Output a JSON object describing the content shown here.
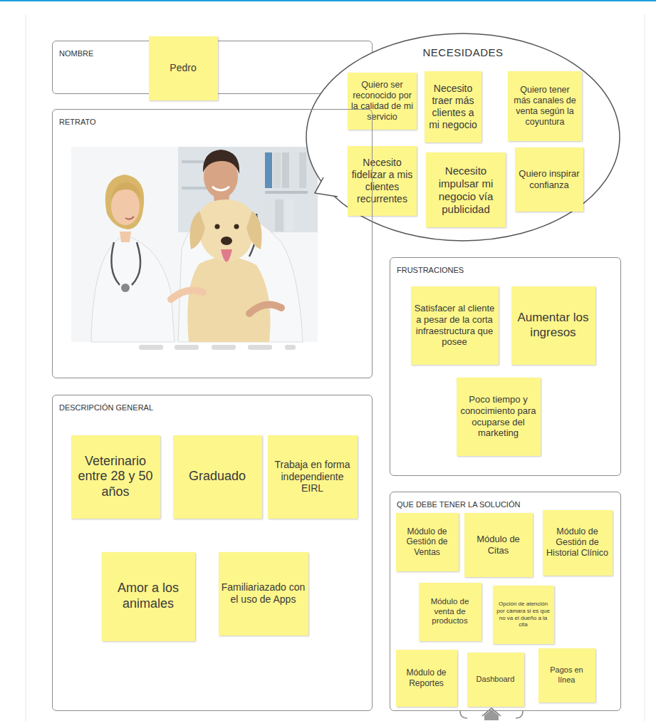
{
  "diagram": {
    "nodes": [
      {
        "text": [
          "NOMBRE"
        ]
      },
      {
        "text": [
          "Pedro"
        ],
        "in": 0
      },
      {
        "text": [
          "NECESIDADES"
        ]
      },
      {
        "text": [
          "Quiero ser reconocido por la calidad de mi servicio"
        ],
        "in": 2
      },
      {
        "text": [
          "Necesito traer más clientes a mi negocio"
        ],
        "in": 2
      },
      {
        "text": [
          "Quiero tener más canales de venta según la coyuntura"
        ],
        "in": 2
      },
      {
        "text": [
          "Necesito fidelizar a mis clientes recurrentes"
        ],
        "in": 2
      },
      {
        "text": [
          "Necesito impulsar mi negocio vía publicidad"
        ],
        "in": 2
      },
      {
        "text": [
          "Quiero inspirar confianza"
        ],
        "in": 2
      },
      {
        "text": [
          "RETRATO"
        ]
      },
      {
        "text": [
          "FRUSTRACIONES"
        ]
      },
      {
        "text": [
          "Satisfacer al cliente a pesar de la corta infraestructura que posee"
        ],
        "in": 10
      },
      {
        "text": [
          "Aumentar los ingresos"
        ],
        "in": 10
      },
      {
        "text": [
          "Poco tiempo y conocimiento para ocuparse del marketing"
        ],
        "in": 10
      },
      {
        "text": [
          "DESCRIPCIÓN GENERAL"
        ]
      },
      {
        "text": [
          "Veterinario entre 28 y 50 años"
        ],
        "in": 14
      },
      {
        "text": [
          "Graduado"
        ],
        "in": 14
      },
      {
        "text": [
          "Trabaja en forma independiente EIRL"
        ],
        "in": 14
      },
      {
        "text": [
          "Amor a los animales"
        ],
        "in": 14
      },
      {
        "text": [
          "Familiariazado con el uso de Apps"
        ],
        "in": 14
      },
      {
        "text": [
          "QUE DEBE TENER LA SOLUCIÓN"
        ]
      },
      {
        "text": [
          "Módulo de Gestión de Ventas"
        ],
        "in": 20
      },
      {
        "text": [
          "Módulo de Citas"
        ],
        "in": 20
      },
      {
        "text": [
          "Módulo de Gestión de Historial Clínico"
        ],
        "in": 20
      },
      {
        "text": [
          "Módulo de venta de productos"
        ],
        "in": 20
      },
      {
        "text": [
          "Opción de atención por cámara si es que no va el dueño a la cita"
        ],
        "in": 20
      },
      {
        "text": [
          "Módulo de Reportes"
        ],
        "in": 20
      },
      {
        "text": [
          "Dashboard"
        ],
        "in": 20
      },
      {
        "text": [
          "Pagos en línea"
        ],
        "in": 20
      }
    ]
  }
}
